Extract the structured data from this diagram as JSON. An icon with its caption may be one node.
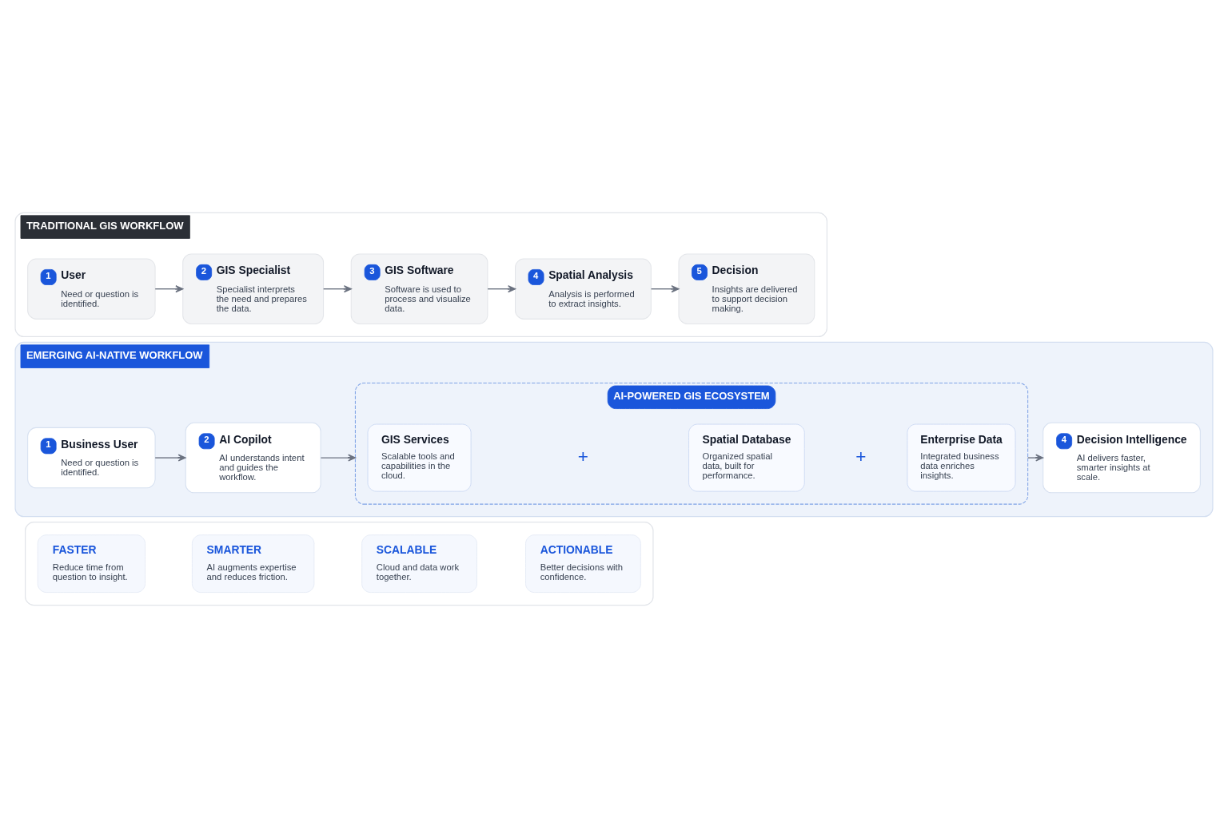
{
  "diagram": {
    "nodes": [
      {
        "text": [
          "TRADITIONAL GIS WORKFLOW"
        ]
      },
      {
        "text": [
          "1",
          "User",
          "Need or question is identified."
        ],
        "in": 0
      },
      {
        "text": [
          "2",
          "GIS Specialist",
          "Specialist interprets the need and prepares the data."
        ],
        "in": 0
      },
      {
        "text": [
          "3",
          "GIS Software",
          "Software is used to process and visualize data."
        ],
        "in": 0
      },
      {
        "text": [
          "4",
          "Spatial Analysis",
          "Analysis is performed to extract insights."
        ],
        "in": 0
      },
      {
        "text": [
          "5",
          "Decision",
          "Insights are delivered to support decision making."
        ],
        "in": 0
      },
      {
        "text": [
          "EMERGING AI-NATIVE WORKFLOW"
        ]
      },
      {
        "text": [
          "1",
          "Business User",
          "Need or question is identified."
        ],
        "in": 6
      },
      {
        "text": [
          "2",
          "AI Copilot",
          "AI understands intent and guides the workflow."
        ],
        "in": 6
      },
      {
        "text": [
          "AI-POWERED GIS ECOSYSTEM"
        ],
        "in": 6
      },
      {
        "text": [
          "GIS Services",
          "Scalable tools and capabilities in the cloud."
        ],
        "in": 9
      },
      {
        "text": [
          "Spatial Database",
          "Organized spatial data, built for performance."
        ],
        "in": 9
      },
      {
        "text": [
          "Enterprise Data",
          "Integrated business data enriches insights."
        ],
        "in": 9
      },
      {
        "text": [
          "4",
          "Decision Intelligence",
          "AI delivers faster, smarter insights at scale."
        ],
        "in": 6
      },
      {
        "text": [],
        "shape": "box"
      },
      {
        "text": [
          "FASTER",
          "Reduce time from question to insight."
        ],
        "in": 14
      },
      {
        "text": [
          "SMARTER",
          "AI augments expertise and reduces friction."
        ],
        "in": 14
      },
      {
        "text": [
          "SCALABLE",
          "Cloud and data work together."
        ],
        "in": 14
      },
      {
        "text": [
          "ACTIONABLE",
          "Better decisions with confidence."
        ],
        "in": 14
      }
    ],
    "edges": [
      {
        "from": 1,
        "to": 2,
        "arrow": "to"
      },
      {
        "from": 2,
        "to": 3,
        "arrow": "to"
      },
      {
        "from": 3,
        "to": 4,
        "arrow": "to"
      },
      {
        "from": 4,
        "to": 5,
        "arrow": "to"
      },
      {
        "from": 7,
        "to": 8,
        "arrow": "to"
      },
      {
        "from": 8,
        "to": 9,
        "arrow": "to"
      },
      {
        "from": 9,
        "to": 13,
        "arrow": "to"
      }
    ],
    "labels": [
      "+",
      "+"
    ]
  }
}
